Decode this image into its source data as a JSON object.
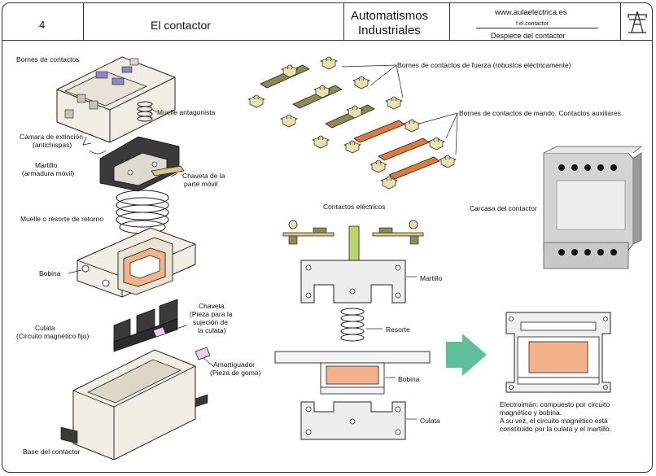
{
  "header": {
    "page_number": "4",
    "title": "El contactor",
    "subject_line1": "Automatismos",
    "subject_line2": "Industriales",
    "website": "www.aulaelectrica.es",
    "file_code": "f.el.contactor",
    "sheet_title": "Despiece del contactor"
  },
  "left_labels": {
    "bornes": "Bornes de contactos",
    "muelle_antagonista": "Muelle antagonista",
    "camara_1": "Cámara de extinción",
    "camara_2": "(antichispas)",
    "martillo_1": "Martillo",
    "martillo_2": "(armadura móvil)",
    "chaveta_movil_1": "Chaveta de la",
    "chaveta_movil_2": "parte móvil",
    "muelle_retorno": "Muelle o resorte de retorno",
    "bobina": "Bobina",
    "chaveta_1": "Chaveta",
    "chaveta_2": "(Pieza para la",
    "chaveta_3": "sujeción de",
    "chaveta_4": "la culata)",
    "culata_1": "Culata",
    "culata_2": "(Circuito magnético fijo)",
    "amortiguador_1": "Amortiguador",
    "amortiguador_2": "(Pieza de goma)",
    "base": "Base del contactor"
  },
  "right_labels": {
    "fuerza": "Bornes de contactos de fuerza (robustos eléctricamente)",
    "mando": "Bornes de contactos de mando. Contactos auxiliares",
    "carcasa": "Carcasa del contactor",
    "contactos": "Contactos eléctricos",
    "martillo": "Martillo",
    "resorte": "Resorte",
    "bobina": "Bobina",
    "culata": "Culata"
  },
  "note": {
    "line1": "Electroimán: compuesto por circuito",
    "line2": "magnético y bobina.",
    "line3": "A su vez, el circuito magnético está",
    "line4": "constituido por la culata y el martillo."
  },
  "colors": {
    "terminal_olive": "#8f8a55",
    "terminal_orange": "#e07a38",
    "coil": "#f4b28a",
    "accent_arrow": "#5fbf9a",
    "block_fill": "#f1eee6",
    "outline": "#222222"
  },
  "icons": {
    "logo": "power-tower-icon"
  }
}
